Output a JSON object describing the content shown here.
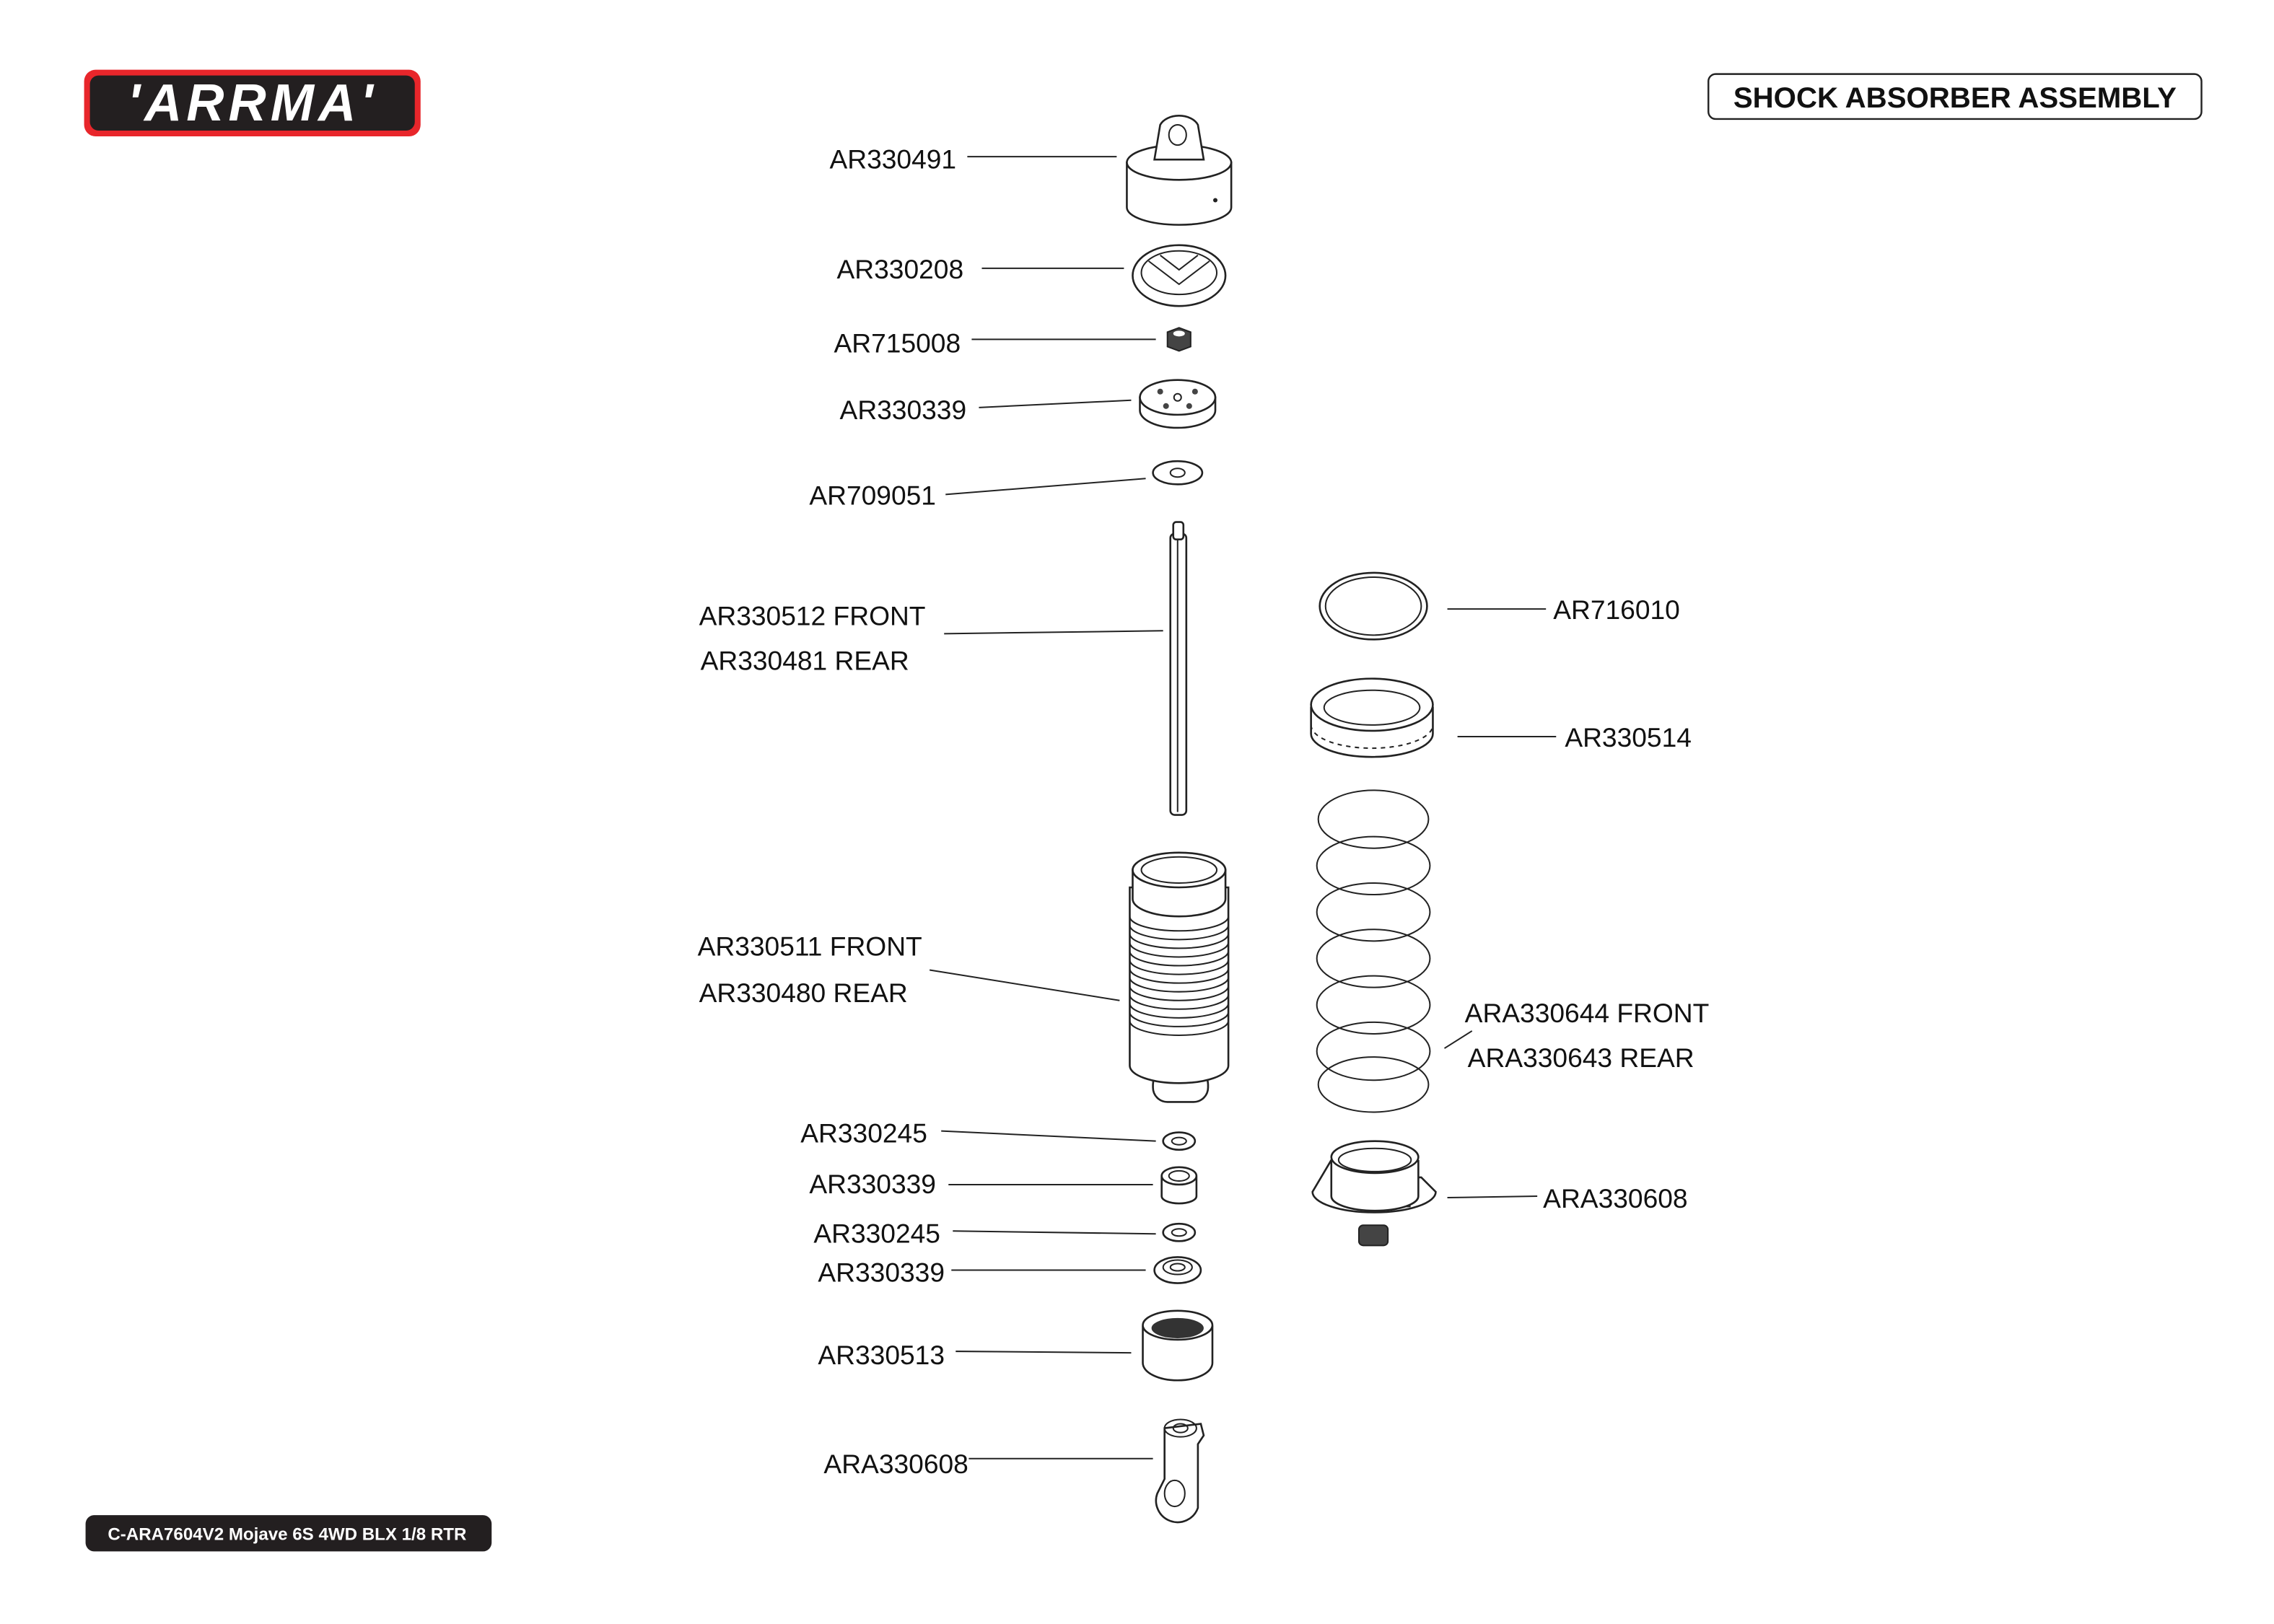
{
  "header": {
    "logo_text": "ARRMA",
    "title": "SHOCK ABSORBER ASSEMBLY"
  },
  "footer": {
    "model": "C-ARA7604V2 Mojave 6S 4WD BLX 1/8 RTR"
  },
  "parts_left": [
    {
      "label": "AR330491"
    },
    {
      "label": "AR330208"
    },
    {
      "label": "AR715008"
    },
    {
      "label": "AR330339"
    },
    {
      "label": "AR709051"
    },
    {
      "label": "AR330512 FRONT",
      "label2": "AR330481 REAR"
    },
    {
      "label": "AR330511 FRONT",
      "label2": "AR330480 REAR"
    },
    {
      "label": "AR330245"
    },
    {
      "label": "AR330339"
    },
    {
      "label": "AR330245"
    },
    {
      "label": "AR330339"
    },
    {
      "label": "AR330513"
    },
    {
      "label": "ARA330608"
    }
  ],
  "parts_right": [
    {
      "label": "AR716010"
    },
    {
      "label": "AR330514"
    },
    {
      "label": "ARA330644 FRONT",
      "label2": "ARA330643 REAR"
    },
    {
      "label": "ARA330608"
    }
  ],
  "colors": {
    "logo_red": "#e8262b",
    "dark": "#231f20"
  }
}
